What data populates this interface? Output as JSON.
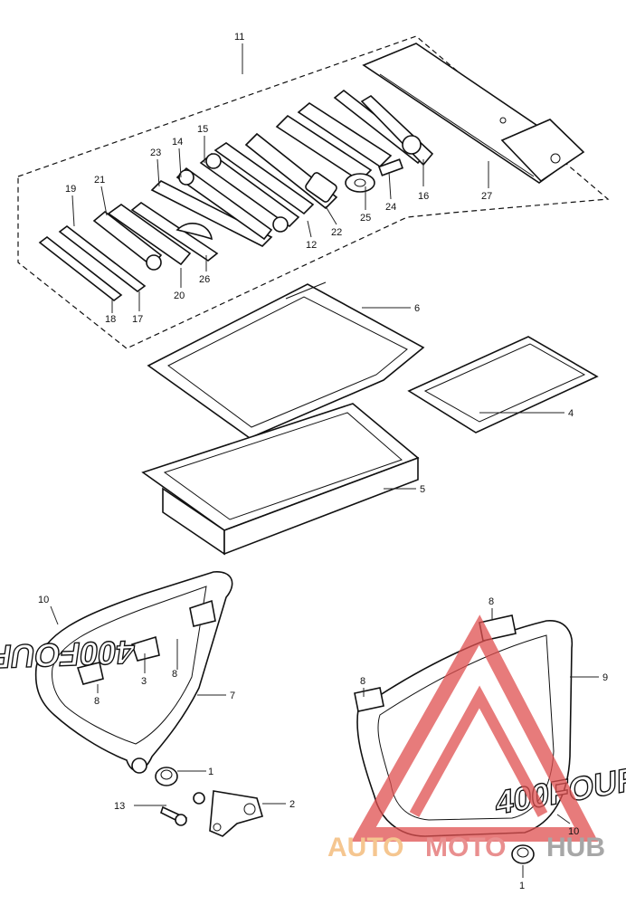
{
  "callouts": {
    "c1a": "1",
    "c1b": "1",
    "c2": "2",
    "c3": "3",
    "c4": "4",
    "c5": "5",
    "c6": "6",
    "c7": "7",
    "c8a": "8",
    "c8b": "8",
    "c8c": "8",
    "c8d": "8",
    "c9": "9",
    "c10a": "10",
    "c10b": "10",
    "c11": "11",
    "c12": "12",
    "c13": "13",
    "c14": "14",
    "c15": "15",
    "c16": "16",
    "c17": "17",
    "c18": "18",
    "c19": "19",
    "c20": "20",
    "c21": "21",
    "c22": "22",
    "c23": "23",
    "c24": "24",
    "c25": "25",
    "c26": "26",
    "c27": "27"
  },
  "emblems": {
    "left_text": "400FOUR",
    "right_text": "400FOUR"
  },
  "watermark": {
    "auto": "AUTO",
    "moto": "MOTO",
    "hub": "HUB",
    "colors": {
      "auto": "#f2b36b",
      "moto": "#e26a6a",
      "hub": "#8a8a8a",
      "triangle": "#e05050"
    }
  }
}
